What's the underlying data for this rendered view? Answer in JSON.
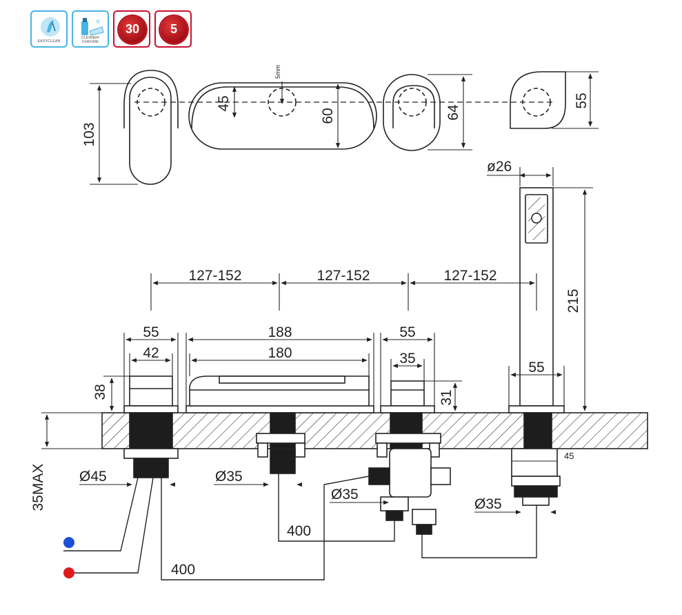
{
  "badges": [
    {
      "id": "easyclean",
      "caption": "EASYCLEAN",
      "icon": "easyclean-icon"
    },
    {
      "id": "cleaner-chrome",
      "caption_line1": "CLEANER",
      "caption_line2": "CHROME",
      "icon": "cleaner-chrome-icon"
    },
    {
      "id": "warranty-30",
      "label": "30",
      "icon": "seal-icon"
    },
    {
      "id": "warranty-5",
      "label": "5",
      "icon": "seal-icon"
    }
  ],
  "top_view": {
    "height_103": "103",
    "hole_5mm": "5mm",
    "dim_45": "45",
    "dim_60": "60",
    "dim_64": "64",
    "dim_55": "55"
  },
  "front_view": {
    "spacing_1": "127-152",
    "spacing_2": "127-152",
    "spacing_3": "127-152",
    "handshower_dia": "ø26",
    "handshower_height": "215",
    "left_width": "55",
    "left_inner": "42",
    "left_height": "38",
    "spout_outer": "188",
    "spout_inner": "180",
    "right_width": "55",
    "right_inner": "35",
    "right_height": "31",
    "handshower_base": "55",
    "deck_max": "35MAX",
    "hole_left": "Ø45",
    "hole_spout": "Ø35",
    "hole_right": "Ø35",
    "hole_shower": "Ø35",
    "nut_45": "45",
    "hose_1": "400",
    "hose_2": "400"
  },
  "colors": {
    "cold": "#1a4fd6",
    "hot": "#e01b1b",
    "line": "#222222",
    "badge_blue": "#49b3e3",
    "badge_red": "#c8102e"
  }
}
